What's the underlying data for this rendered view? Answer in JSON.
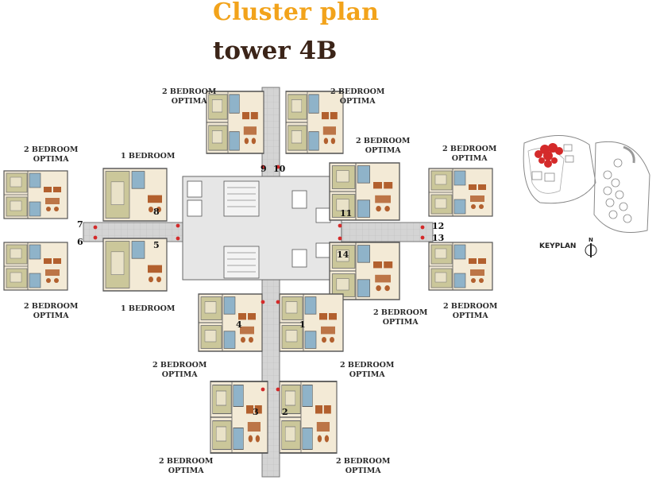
{
  "title": "Cluster plan",
  "subtitle": "tower  4B",
  "keyplan_label": "KEYPLAN",
  "north_label": "N",
  "unit_labels": {
    "top_left": [
      "2 BEDROOM",
      "OPTIMA"
    ],
    "top_right": [
      "2 BEDROOM",
      "OPTIMA"
    ],
    "upper_left_far": [
      "2 BEDROOM",
      "OPTIMA"
    ],
    "upper_left_near": [
      "1 BEDROOM"
    ],
    "upper_right_near": [
      "2 BEDROOM",
      "OPTIMA"
    ],
    "upper_right_far": [
      "2 BEDROOM",
      "OPTIMA"
    ],
    "lower_left_far": [
      "2 BEDROOM",
      "OPTIMA"
    ],
    "lower_left_near": [
      "1 BEDROOM"
    ],
    "lower_right_near": [
      "2 BEDROOM",
      "OPTIMA"
    ],
    "lower_right_far": [
      "2 BEDROOM",
      "OPTIMA"
    ],
    "mid_bottom_left": [
      "2 BEDROOM",
      "OPTIMA"
    ],
    "mid_bottom_right": [
      "2 BEDROOM",
      "OPTIMA"
    ],
    "bottom_left": [
      "2 BEDROOM",
      "OPTIMA"
    ],
    "bottom_right": [
      "2 BEDROOM",
      "OPTIMA"
    ]
  },
  "unit_numbers": [
    "9",
    "10",
    "8",
    "5",
    "7",
    "6",
    "11",
    "14",
    "12",
    "13",
    "4",
    "1",
    "3",
    "2"
  ],
  "colors": {
    "title": "#f2a31b",
    "subtitle": "#3b2418",
    "floor": "#f3ead6",
    "bedroom": "#cbc79a",
    "bath": "#8fb3c9",
    "furniture": "#b2602e",
    "corridor": "#cfcfcf",
    "keyplan_highlight": "#d42a2a"
  }
}
